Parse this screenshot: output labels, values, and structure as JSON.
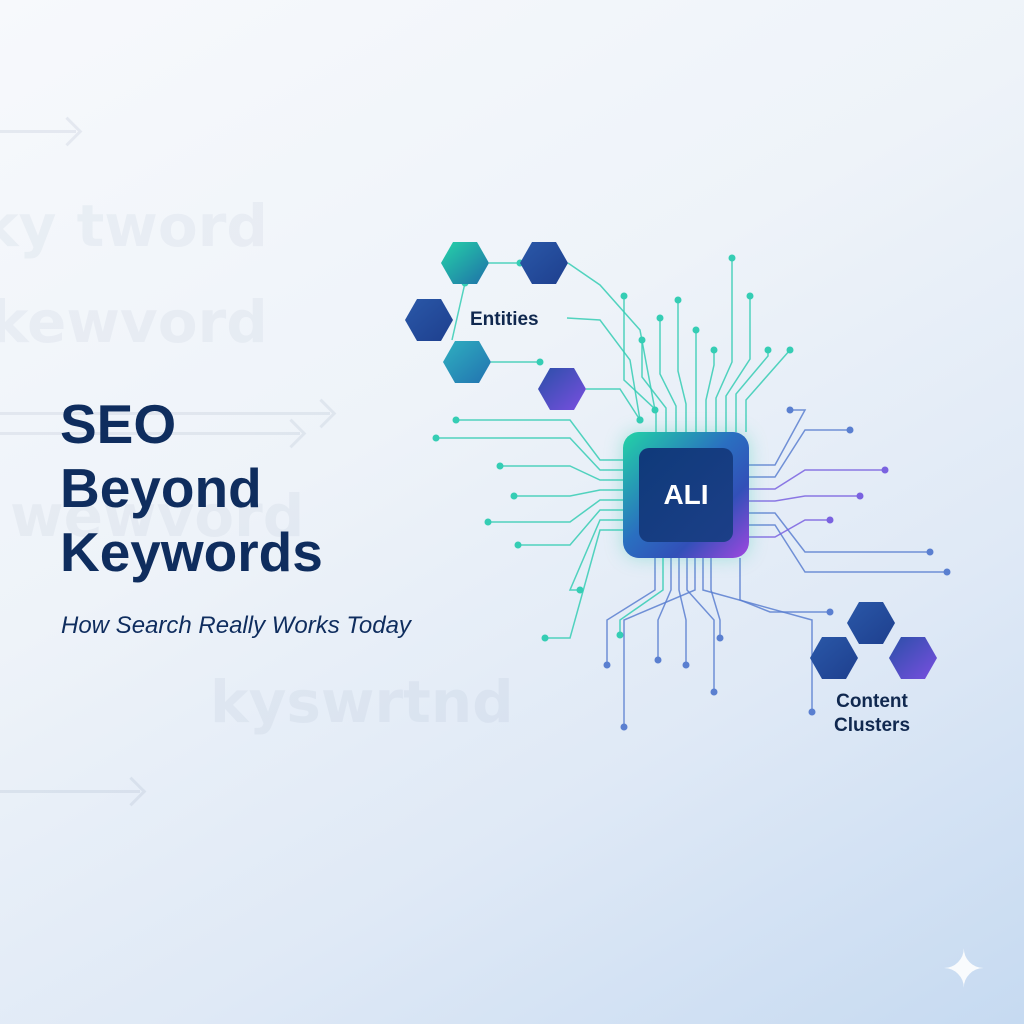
{
  "background_words": [
    "ky  tword",
    "kewvord",
    "wewvord",
    "kyswrtnd"
  ],
  "title": {
    "line1": "SEO",
    "line2": "Beyond",
    "line3": "Keywords"
  },
  "subtitle": "How Search Really Works Today",
  "diagram": {
    "chip_label": "ALI",
    "entities_label": "Entities",
    "clusters_label_line1": "Content",
    "clusters_label_line2": "Clusters"
  },
  "colors": {
    "title": "#0f2d5e",
    "teal": "#2fd3b0",
    "blue": "#2a4fa0",
    "purple": "#7a5ee0"
  },
  "icons": [
    "sparkle-icon",
    "arrow-right-icon"
  ]
}
